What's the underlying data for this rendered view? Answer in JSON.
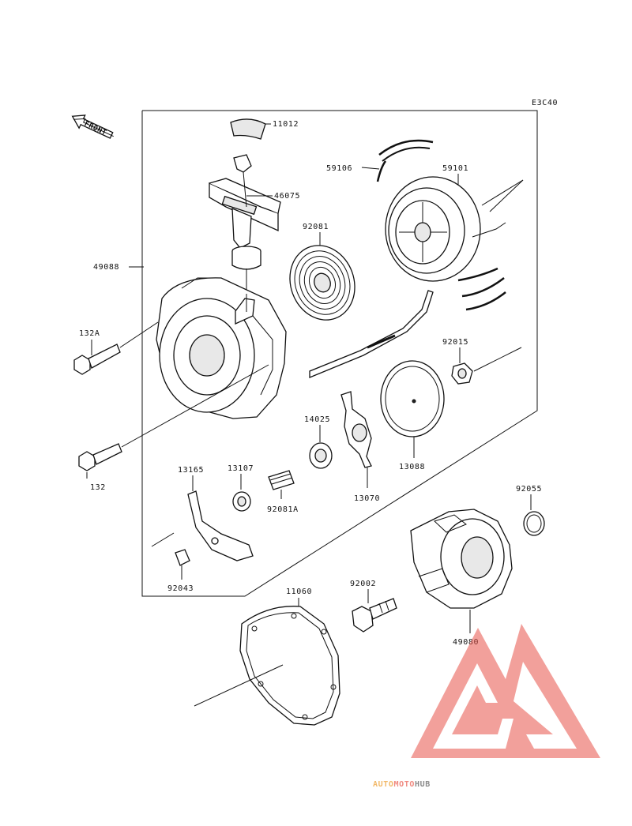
{
  "diagram_code": "E3C40",
  "front_label": "FRONT",
  "watermark": {
    "part1": "AUTO",
    "part2": "MOTO",
    "part3": "HUB",
    "color1": "#f2b96a",
    "color2": "#f08a80",
    "color3": "#8a8a8a"
  },
  "parts": {
    "p11012": "11012",
    "p46075": "46075",
    "p59106": "59106",
    "p59101": "59101",
    "p49088": "49088",
    "p92081": "92081",
    "p132A": "132A",
    "p92015": "92015",
    "p14025": "14025",
    "p13088": "13088",
    "p132": "132",
    "p13165": "13165",
    "p13107": "13107",
    "p92081A": "92081A",
    "p13070": "13070",
    "p92055": "92055",
    "p92043": "92043",
    "p11060": "11060",
    "p92002": "92002",
    "p49080": "49080"
  }
}
